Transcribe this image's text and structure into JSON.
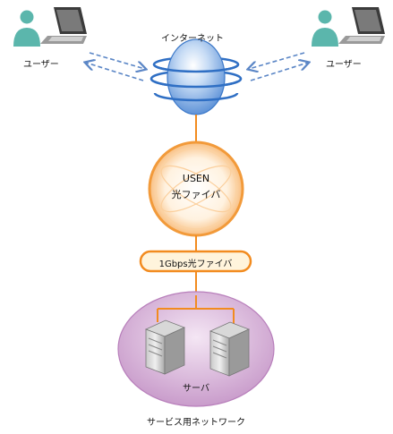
{
  "diagram": {
    "internet_label": "インターネット",
    "user_left_label": "ユーザー",
    "user_right_label": "ユーザー",
    "usen_line1": "USEN",
    "usen_line2": "光ファイバ",
    "link_label": "1Gbps光ファイバ",
    "server_label": "サーバ",
    "network_label": "サービス用ネットワーク"
  },
  "colors": {
    "user_icon": "#5bb6ac",
    "arrow": "#5b86c6",
    "globe": "#8fb7ea",
    "usen_ring": "#f5a54a",
    "link_line": "#f28b1f",
    "network_oval": "#d9b3da"
  }
}
